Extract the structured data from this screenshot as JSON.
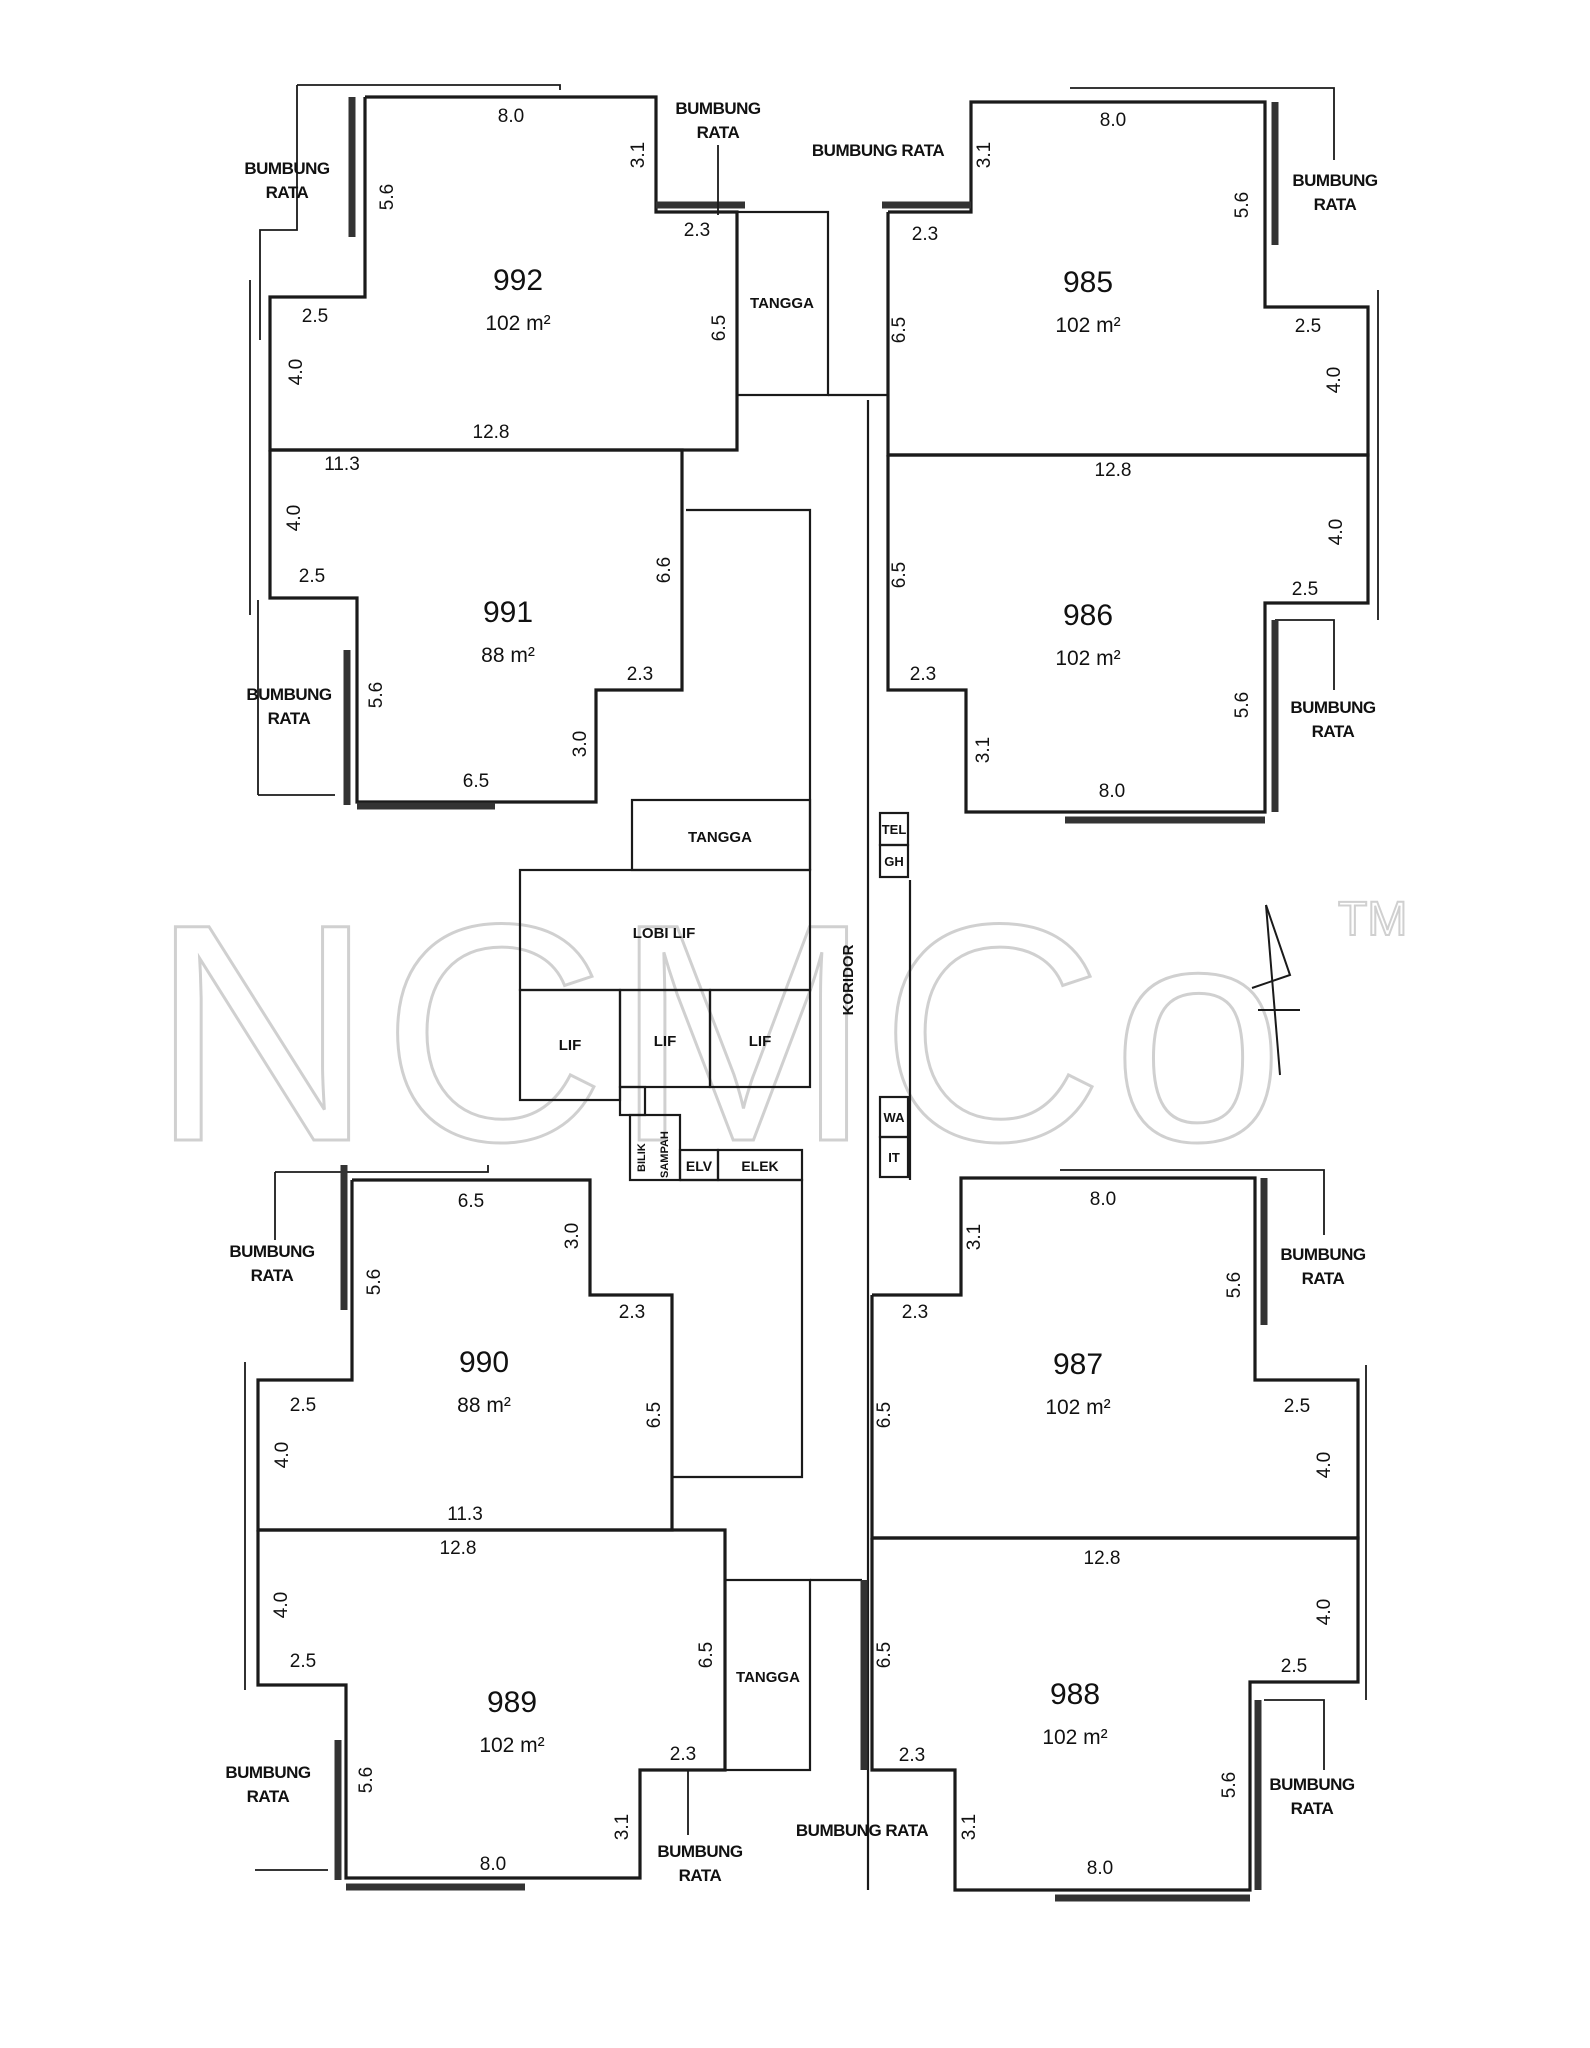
{
  "units": {
    "u992": {
      "no": "992",
      "area": "102 m²"
    },
    "u991": {
      "no": "991",
      "area": "88 m²"
    },
    "u985": {
      "no": "985",
      "area": "102 m²"
    },
    "u986": {
      "no": "986",
      "area": "102 m²"
    },
    "u990": {
      "no": "990",
      "area": "88 m²"
    },
    "u989": {
      "no": "989",
      "area": "102 m²"
    },
    "u987": {
      "no": "987",
      "area": "102 m²"
    },
    "u988": {
      "no": "988",
      "area": "102 m²"
    }
  },
  "labels": {
    "flat_roof_1": "BUMBUNG",
    "flat_roof_2": "RATA",
    "flat_roof_inline": "BUMBUNG RATA",
    "stairs": "TANGGA",
    "lift_lobby": "LOBI LIF",
    "lift": "LIF",
    "corridor": "KORIDOR",
    "tel": "TEL",
    "gh": "GH",
    "bilik": "BILIK",
    "sampah": "SAMPAH",
    "elv": "ELV",
    "elek": "ELEK",
    "wa": "WA",
    "it": "IT"
  },
  "dims": {
    "d8_0": "8.0",
    "d3_1": "3.1",
    "d5_6": "5.6",
    "d2_3": "2.3",
    "d2_5": "2.5",
    "d4_0": "4.0",
    "d6_5": "6.5",
    "d12_8": "12.8",
    "d11_3": "11.3",
    "d6_6": "6.6",
    "d3_0": "3.0"
  },
  "watermark": {
    "text": "NCMCo",
    "tm": "TM"
  },
  "colors": {
    "ink": "#1a1a1a",
    "watermark": "#d0d0d0",
    "background": "#ffffff"
  },
  "icons": {
    "north_arrow": "north-arrow-icon"
  }
}
